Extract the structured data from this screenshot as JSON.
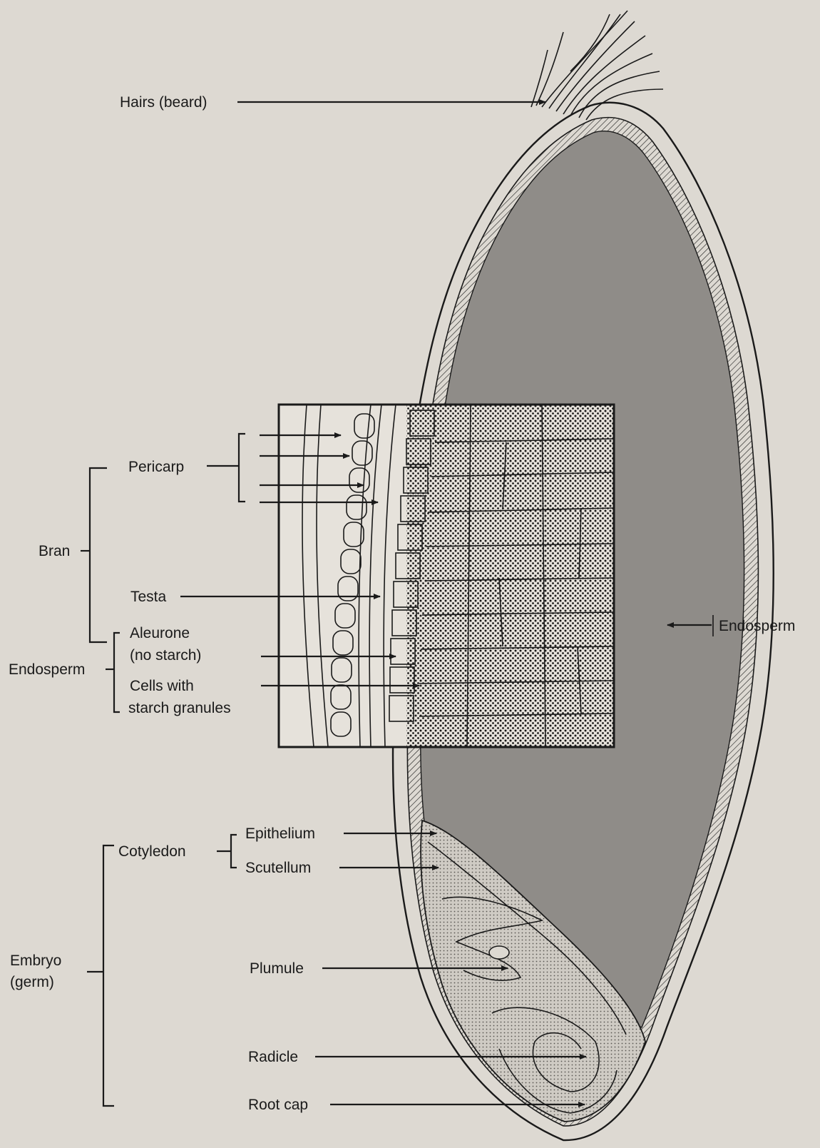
{
  "labels": {
    "hairs": "Hairs (beard)",
    "pericarp": "Pericarp",
    "bran": "Bran",
    "testa": "Testa",
    "aleurone_1": "Aleurone",
    "aleurone_2": "(no starch)",
    "endosperm_left": "Endosperm",
    "cells_1": "Cells with",
    "cells_2": "starch granules",
    "endosperm_right": "Endosperm",
    "cotyledon": "Cotyledon",
    "epithelium": "Epithelium",
    "scutellum": "Scutellum",
    "embryo_1": "Embryo",
    "embryo_2": "(germ)",
    "plumule": "Plumule",
    "radicle": "Radicle",
    "root_cap": "Root cap"
  },
  "colors": {
    "background": "#ddd9d2",
    "ink": "#1a1a1a",
    "endosperm_fill": "#8f8c88",
    "embryo_fill": "#c9c5be",
    "inset_bg": "#e6e2db"
  }
}
